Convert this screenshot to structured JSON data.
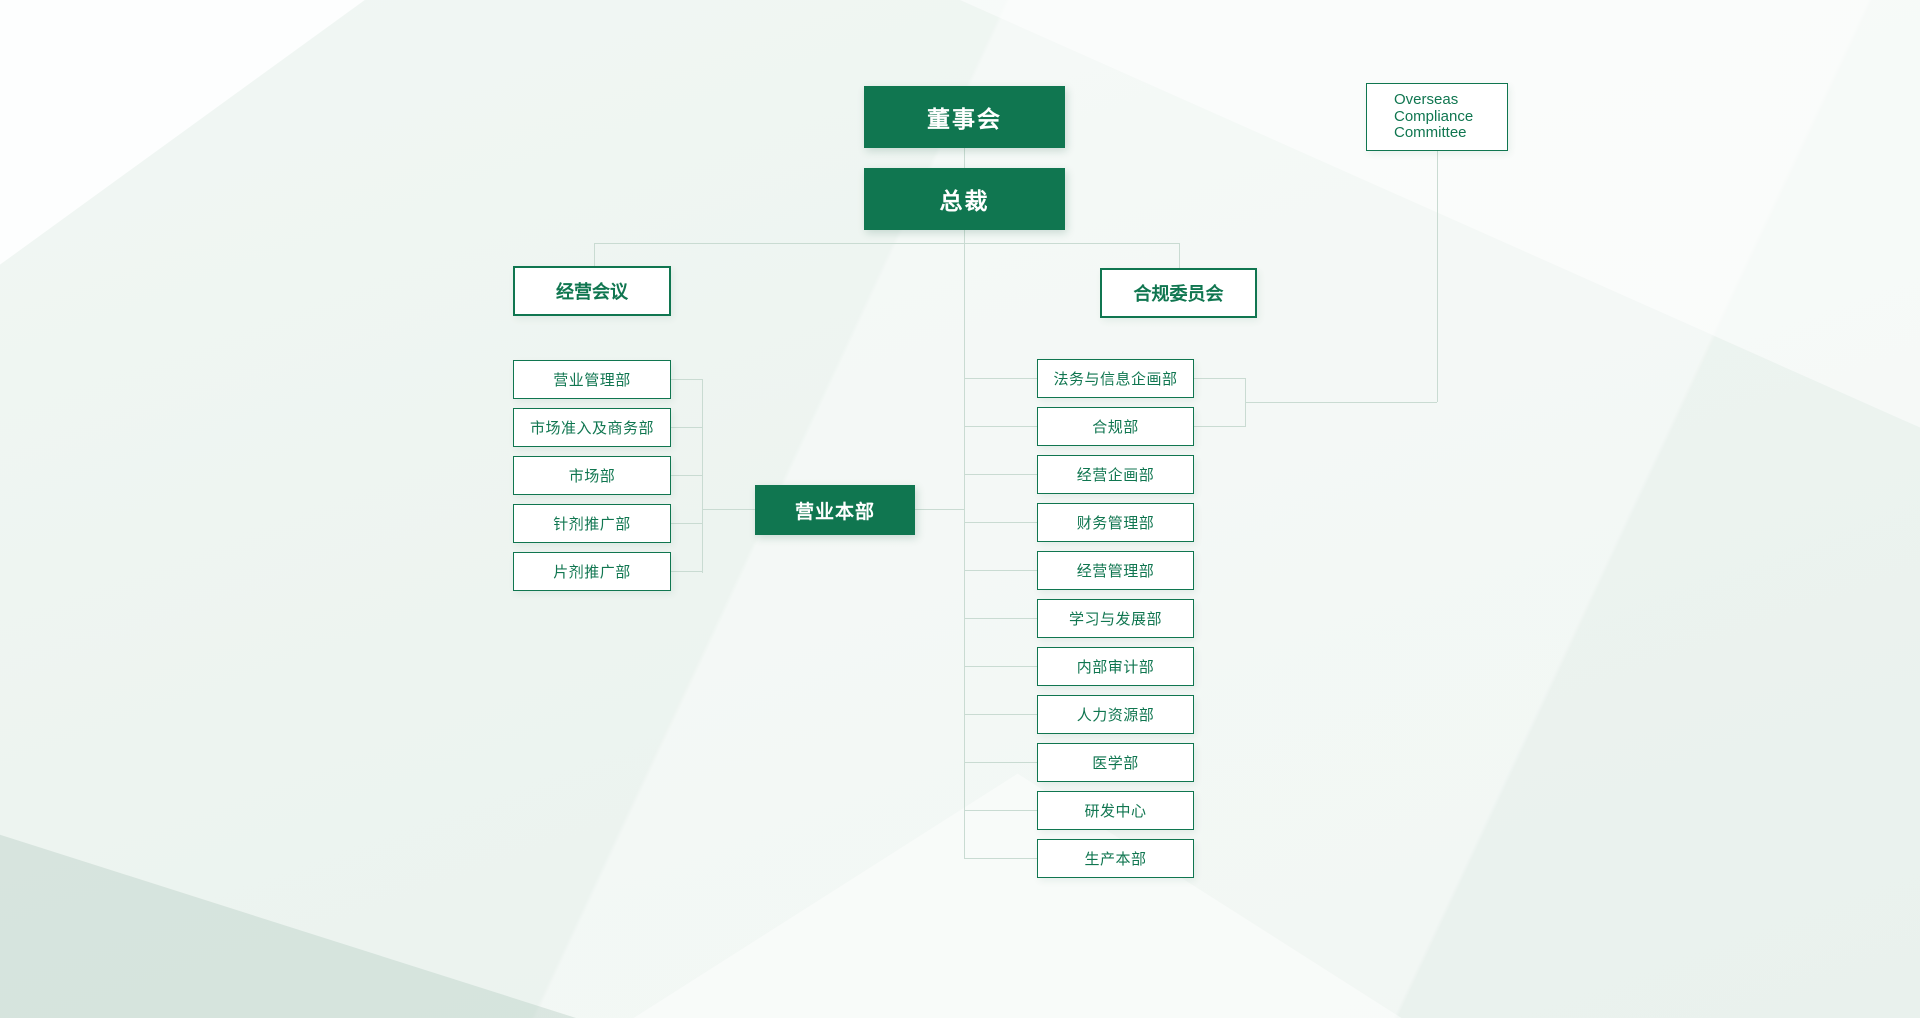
{
  "page_title": "Corporate Organization Chart",
  "colors": {
    "brand_green": "#107650",
    "connector_line": "#c9dbd2",
    "box_background": "#ffffff",
    "solid_box_text": "#ffffff",
    "page_background": "#edf3f0"
  },
  "nodes": {
    "board": "董事会",
    "president": "总裁",
    "management_meeting": "经营会议",
    "compliance_committee": "合规委员会",
    "overseas_committee": "Overseas Compliance Committee",
    "sales_division": "营业本部"
  },
  "left_departments": [
    {
      "label": "营业管理部"
    },
    {
      "label": "市场准入及商务部"
    },
    {
      "label": "市场部"
    },
    {
      "label": "针剂推广部"
    },
    {
      "label": "片剂推广部"
    }
  ],
  "right_departments": [
    {
      "label": "法务与信息企画部"
    },
    {
      "label": "合规部"
    },
    {
      "label": "经营企画部"
    },
    {
      "label": "财务管理部"
    },
    {
      "label": "经营管理部"
    },
    {
      "label": "学习与发展部"
    },
    {
      "label": "内部审计部"
    },
    {
      "label": "人力资源部"
    },
    {
      "label": "医学部"
    },
    {
      "label": "研发中心"
    },
    {
      "label": "生产本部"
    }
  ]
}
